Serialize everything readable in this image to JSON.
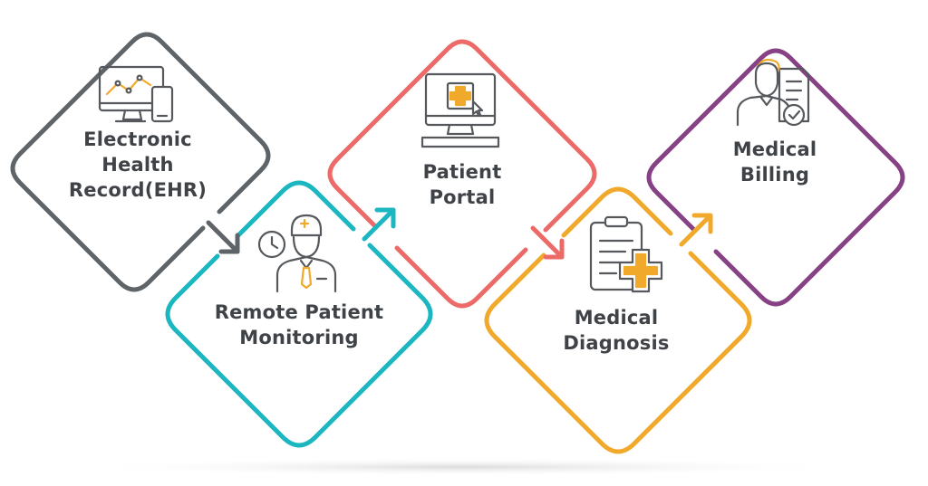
{
  "steps": [
    {
      "id": "ehr",
      "lines": [
        "Electronic",
        "Health",
        "Record(EHR)"
      ],
      "color": "#5f6468"
    },
    {
      "id": "rpm",
      "lines": [
        "Remote Patient",
        "Monitoring"
      ],
      "color": "#1bb6c0"
    },
    {
      "id": "portal",
      "lines": [
        "Patient",
        "Portal"
      ],
      "color": "#ec6a67"
    },
    {
      "id": "diagnosis",
      "lines": [
        "Medical",
        "Diagnosis"
      ],
      "color": "#f1a92c"
    },
    {
      "id": "billing",
      "lines": [
        "Medical",
        "Billing"
      ],
      "color": "#874185"
    }
  ],
  "colors": {
    "icon_stroke": "#55595d",
    "icon_accent": "#f1a92c",
    "text": "#3f4347"
  },
  "icons": [
    "monitor-chart-icon",
    "doctor-clock-icon",
    "computer-medical-cross-icon",
    "clipboard-medical-cross-icon",
    "person-invoice-check-icon"
  ]
}
